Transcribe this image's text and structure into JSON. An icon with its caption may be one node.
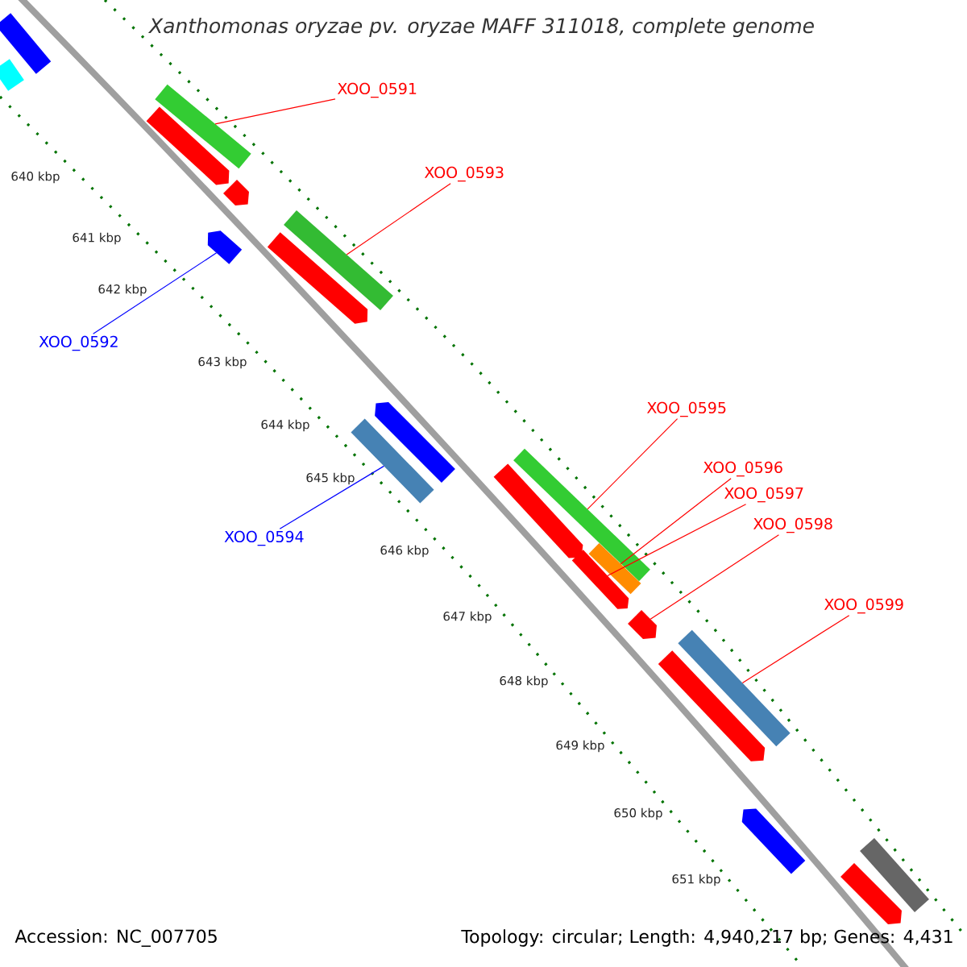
{
  "diagram": {
    "title": "Xanthomonas oryzae pv. oryzae MAFF 311018, complete genome",
    "nodes": [
      {
        "text": [
          "XOO_0591"
        ]
      },
      {
        "text": [
          "XOO_0593"
        ]
      },
      {
        "text": [
          "XOO_0592"
        ]
      },
      {
        "text": [
          "XOO_0594"
        ]
      },
      {
        "text": [
          "XOO_0595"
        ]
      },
      {
        "text": [
          "XOO_0596"
        ]
      },
      {
        "text": [
          "XOO_0597"
        ]
      },
      {
        "text": [
          "XOO_0598"
        ]
      },
      {
        "text": [
          "XOO_0599"
        ]
      },
      {
        "text": [],
        "shape": "bar"
      },
      {
        "text": [],
        "shape": "bar"
      },
      {
        "text": [],
        "shape": "bar"
      },
      {
        "text": [],
        "shape": "pentagon"
      },
      {
        "text": [],
        "shape": "pentagon"
      },
      {
        "text": [],
        "shape": "pentagon"
      },
      {
        "text": [],
        "shape": "bar"
      },
      {
        "text": [],
        "shape": "pentagon"
      },
      {
        "text": [],
        "shape": "pentagon"
      },
      {
        "text": [],
        "shape": "bar"
      },
      {
        "text": [],
        "shape": "bar"
      },
      {
        "text": [],
        "shape": "pentagon"
      },
      {
        "text": [],
        "shape": "bar"
      },
      {
        "text": [],
        "shape": "pentagon"
      },
      {
        "text": [],
        "shape": "pentagon"
      },
      {
        "text": [],
        "shape": "bar"
      },
      {
        "text": [],
        "shape": "pentagon"
      },
      {
        "text": [],
        "shape": "pentagon"
      },
      {
        "text": [],
        "shape": "bar"
      },
      {
        "text": [],
        "shape": "pentagon"
      }
    ],
    "edges": [
      {
        "from": 0,
        "to": 11,
        "arrow": "none"
      },
      {
        "from": 1,
        "to": 15,
        "arrow": "none"
      },
      {
        "from": 2,
        "to": 14,
        "arrow": "none",
        "color": "#0000ff"
      },
      {
        "from": 3,
        "to": 18,
        "arrow": "none",
        "color": "#0000ff"
      },
      {
        "from": 4,
        "to": 19,
        "arrow": "none"
      },
      {
        "from": 5,
        "to": 21,
        "arrow": "none"
      },
      {
        "from": 6,
        "to": 22,
        "arrow": "none"
      },
      {
        "from": 7,
        "to": 23,
        "arrow": "none"
      },
      {
        "from": 8,
        "to": 24,
        "arrow": "none"
      }
    ],
    "labels": [
      "640 kbp",
      "641 kbp",
      "642 kbp",
      "643 kbp",
      "644 kbp",
      "645 kbp",
      "646 kbp",
      "647 kbp",
      "648 kbp",
      "649 kbp",
      "650 kbp",
      "651 kbp",
      "Accession: NC_007705",
      "Topology: circular; Length: 4,940,217 bp; Genes: 4,431"
    ]
  }
}
